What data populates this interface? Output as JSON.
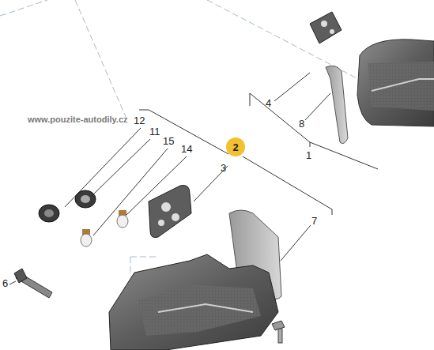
{
  "diagram": {
    "nodes": [
      {
        "text": [
          "2"
        ]
      }
    ],
    "labels": [
      "4",
      "8",
      "1",
      "www.pouzite-autodily.cz",
      "12",
      "11",
      "15",
      "14",
      "3",
      "7",
      "6"
    ]
  }
}
